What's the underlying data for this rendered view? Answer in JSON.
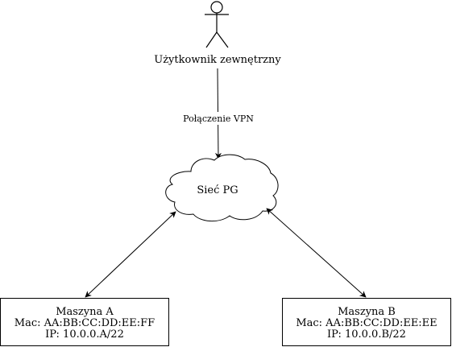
{
  "actor": {
    "label": "Użytkownik zewnętrzny",
    "icon": "stick-figure-actor"
  },
  "connections": [
    {
      "from": "actor",
      "to": "network",
      "label": "Połączenie VPN",
      "arrows": "end"
    },
    {
      "from": "network",
      "to": "machine-a",
      "label": "",
      "arrows": "both"
    },
    {
      "from": "network",
      "to": "machine-b",
      "label": "",
      "arrows": "both"
    }
  ],
  "network": {
    "label": "Sieć PG",
    "shape": "cloud"
  },
  "machines": [
    {
      "title": "Maszyna A",
      "mac": "Mac: AA:BB:CC:DD:EE:FF",
      "ip": "IP: 10.0.0.A/22"
    },
    {
      "title": "Maszyna B",
      "mac": "Mac: AA:BB:CC:DD:EE:EE",
      "ip": "IP: 10.0.0.B/22"
    }
  ],
  "colors": {
    "stroke": "#000000",
    "fill": "#ffffff",
    "text": "#000000"
  }
}
